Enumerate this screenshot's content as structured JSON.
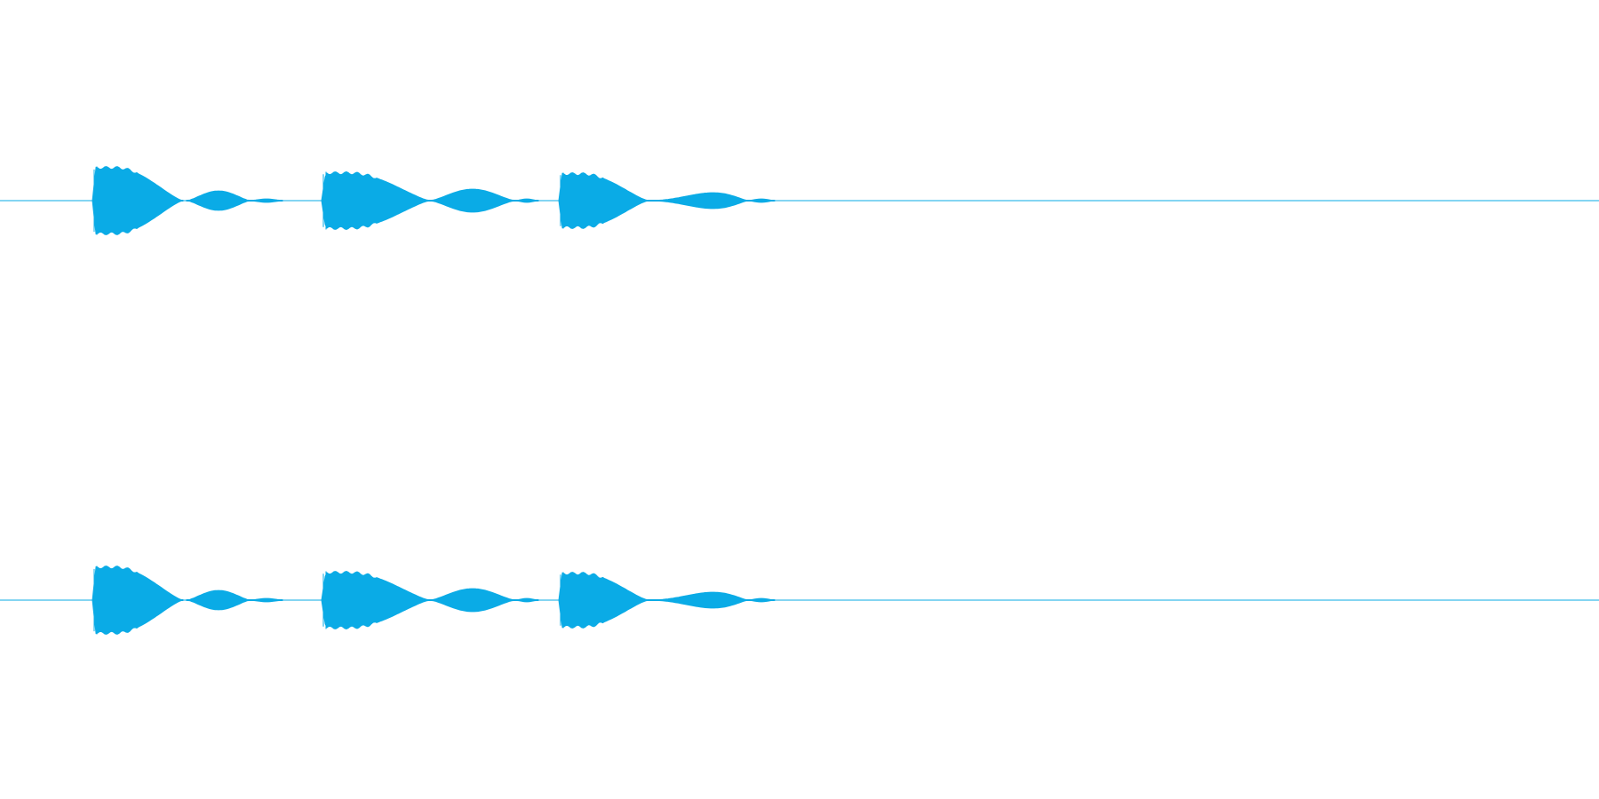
{
  "view": {
    "background_color": "#ffffff",
    "wave_color": "#0aabe6"
  },
  "waveform": {
    "channel_count": 2,
    "channels": [
      {
        "name": "",
        "peak_level": 0.5
      },
      {
        "name": "",
        "peak_level": 0.5
      }
    ],
    "bursts": [
      {
        "start_fraction": 0.058,
        "end_fraction": 0.174,
        "amplitude": 0.47
      },
      {
        "start_fraction": 0.202,
        "end_fraction": 0.335,
        "amplitude": 0.41
      },
      {
        "start_fraction": 0.35,
        "end_fraction": 0.484,
        "amplitude": 0.38
      }
    ]
  }
}
